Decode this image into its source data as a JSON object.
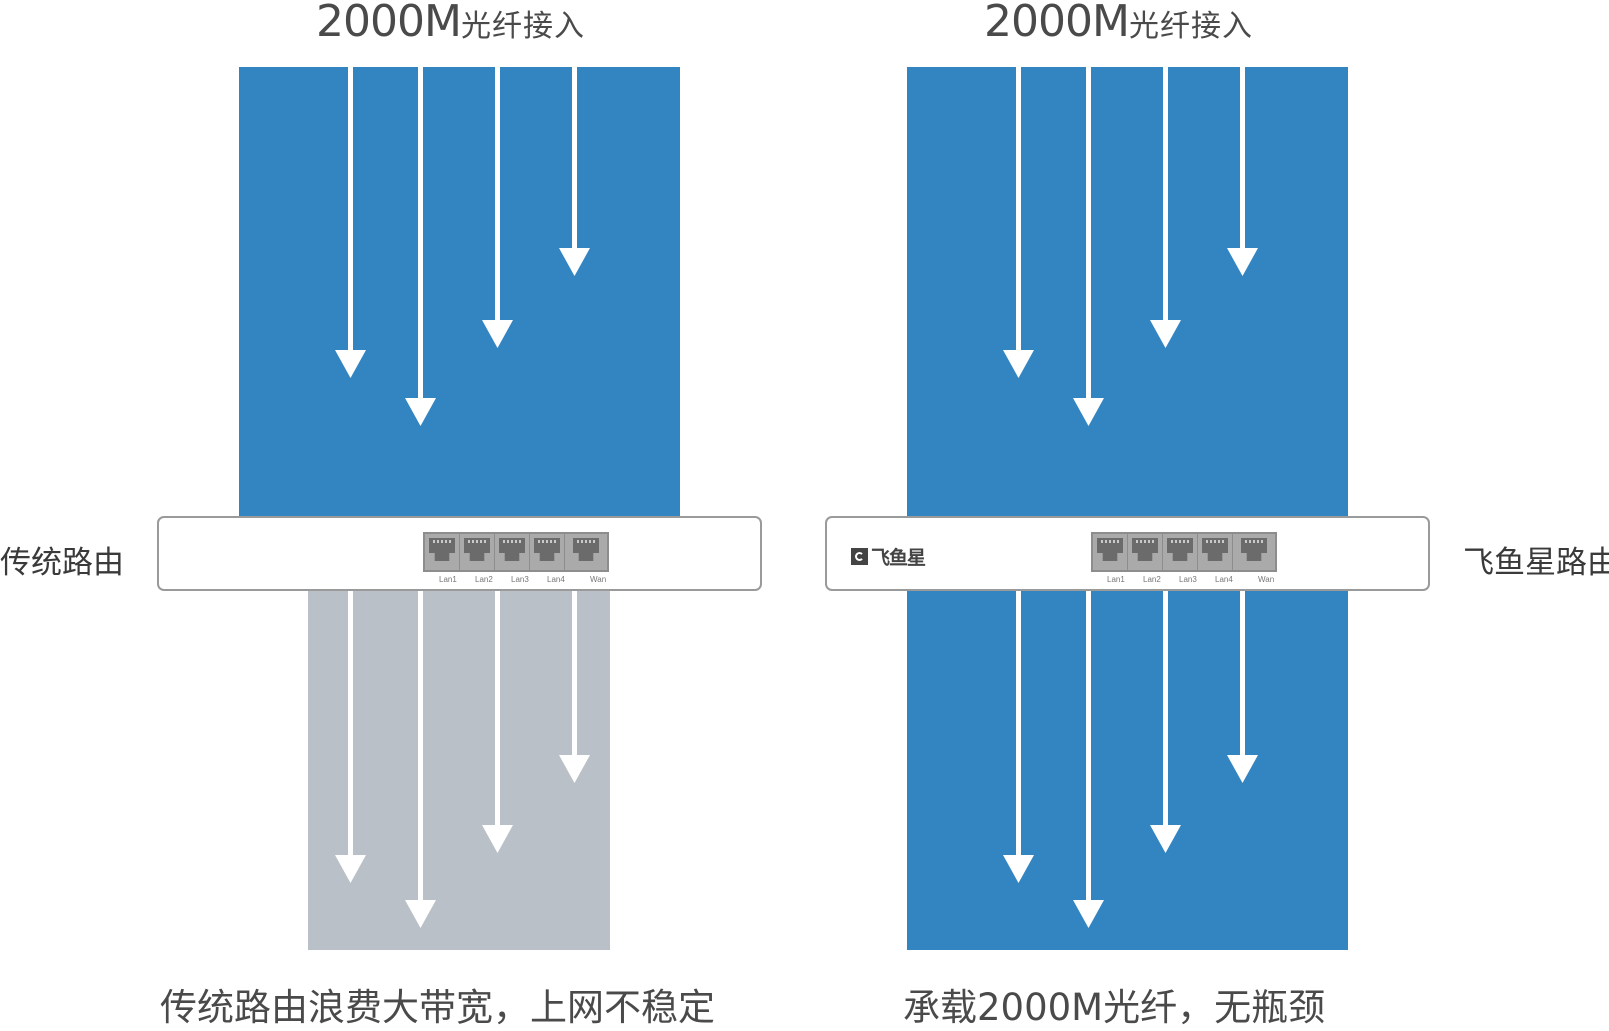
{
  "left": {
    "top_title_num": "2000M",
    "top_title_cn": "光纤接入",
    "side_label": "传统路由",
    "caption": "传统路由浪费大带宽，上网不稳定"
  },
  "right": {
    "top_title_num": "2000M",
    "top_title_cn": "光纤接入",
    "side_label": "飞鱼星路由",
    "caption": "承载2000M光纤，无瓶颈",
    "brand": "飞鱼星"
  },
  "ports": [
    "Lan1",
    "Lan2",
    "Lan3",
    "Lan4",
    "Wan"
  ],
  "colors": {
    "blue": "#3385c2",
    "gray": "#b9c0c7",
    "arrow": "#ffffff"
  }
}
